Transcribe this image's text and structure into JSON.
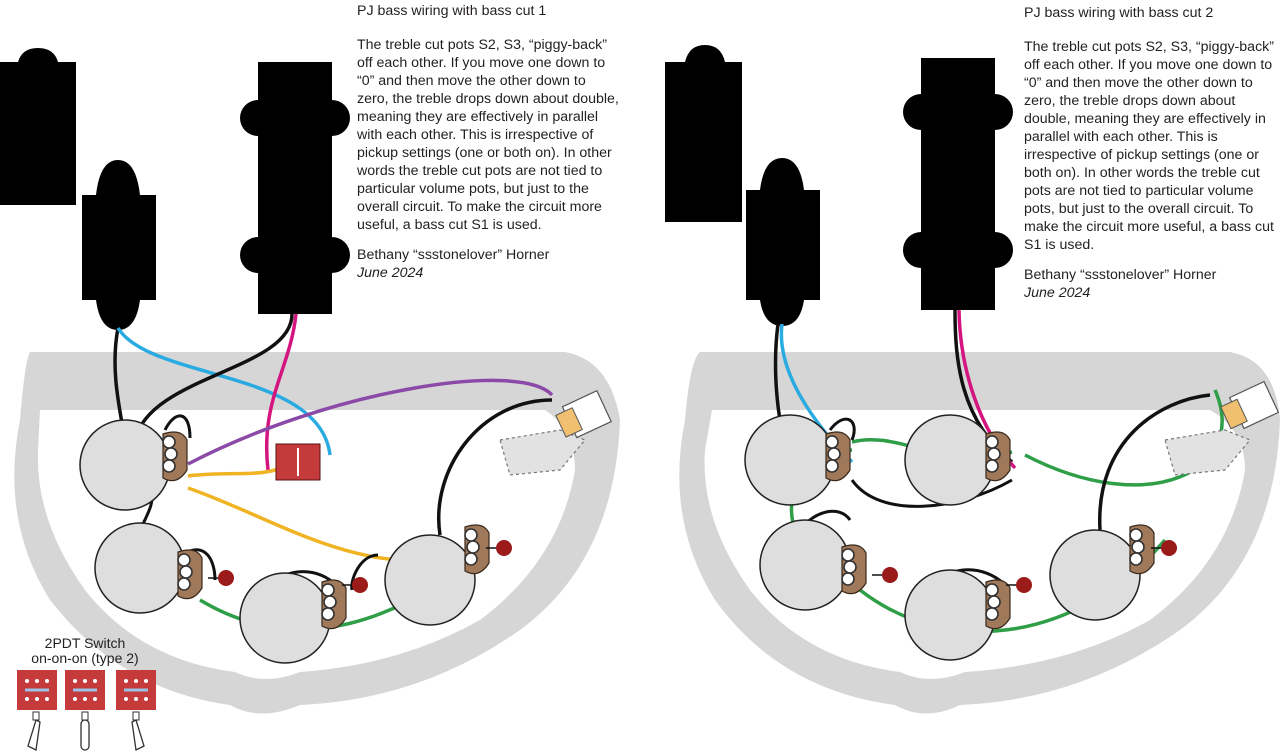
{
  "panels": [
    {
      "title": "PJ bass wiring with bass cut  1",
      "body": "The treble cut pots S2, S3, “piggy-back” off each other.  If you move one down to “0” and then move the other down to zero, the treble drops down about double, meaning they are effectively in parallel with each other.  This is irrespective of pickup settings (one or both on). In other words the treble cut pots are not tied to particular volume pots, but just to the overall circuit. To make the circuit more useful, a bass cut S1 is used.",
      "author": "Bethany “ssstonelover” Horner",
      "date": "June 2024"
    },
    {
      "title": "PJ bass wiring with bass cut 2",
      "body": "The treble cut pots S2, S3, “piggy-back” off each other.  If you move one down to “0” and then move the other down to zero, the treble drops down about double, meaning they are effectively in parallel with each other.  This is irrespective of pickup settings (one or both on). In other words the treble cut pots are not tied to particular volume pots, but just to the overall circuit. To make the circuit more useful, a bass cut S1 is used.",
      "author": "Bethany “ssstonelover” Horner",
      "date": "June 2024"
    }
  ],
  "switch_legend": {
    "line1": "2PDT Switch",
    "line2": "on-on-on (type 2)"
  },
  "colors": {
    "pickup": "#000000",
    "control_cavity": "#d4d4d4",
    "pot_body": "#dedede",
    "lug": "#a0785a",
    "capacitor": "#9b1b1b",
    "switch": "#c53a3a",
    "wire_blue": "#29abe2",
    "wire_magenta": "#d4147f",
    "wire_purple": "#8c4aa8",
    "wire_yellow": "#f0b323",
    "wire_green": "#2e9e47",
    "wire_black": "#111111"
  }
}
